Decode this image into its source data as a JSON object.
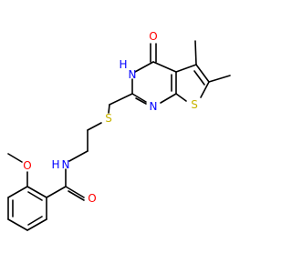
{
  "molecule": {
    "labels": {
      "oxygen_carbonyl_top": "O",
      "nitrogen_amide_ring": "N",
      "hydrogen_on_n_ring": "H",
      "nitrogen_ring_lower": "N",
      "sulfur_thiophene": "S",
      "sulfur_thioether": "S",
      "oxygen_methoxy": "O",
      "nitrogen_amide_chain": "N",
      "hydrogen_on_n_chain": "H",
      "oxygen_amide": "O"
    },
    "colors": {
      "bond": "#000000",
      "oxygen": "#ff0000",
      "nitrogen": "#0000ff",
      "sulfur": "#c8b400",
      "hydrogen_label": "#0000ff"
    }
  }
}
